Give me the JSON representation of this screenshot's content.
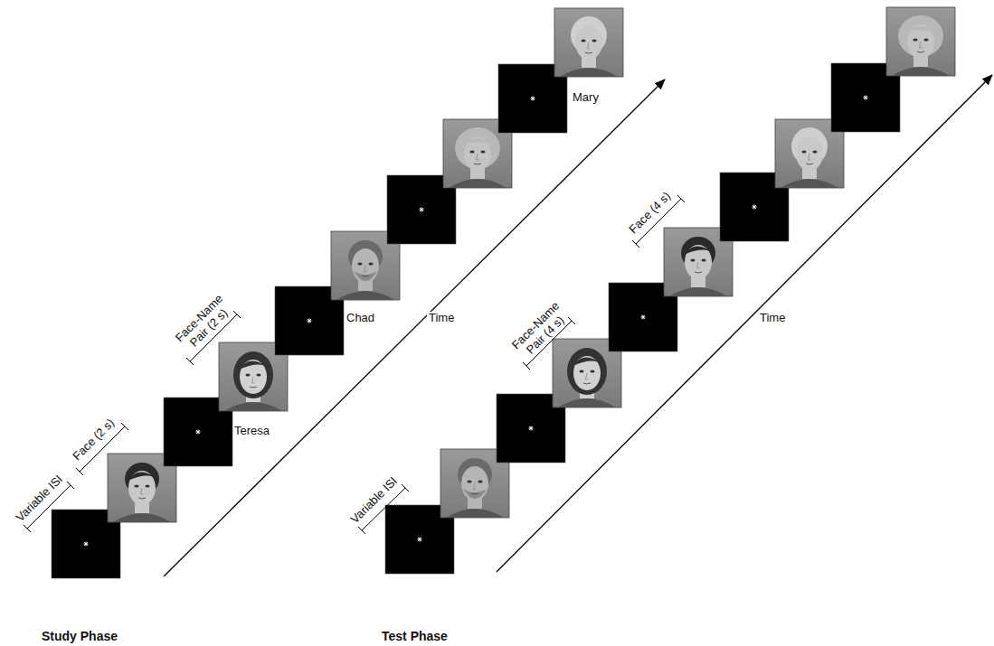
{
  "diagram": {
    "labels": [
      "Variable ISI",
      "Face (2 s)",
      "Face-Name Pair (2 s)",
      "Teresa",
      "Chad",
      "Time",
      "Mary",
      "Variable ISI",
      "Face-Name Pair (4 s)",
      "Face (4 s)",
      "Time",
      "Study Phase",
      "Test Phase"
    ]
  }
}
